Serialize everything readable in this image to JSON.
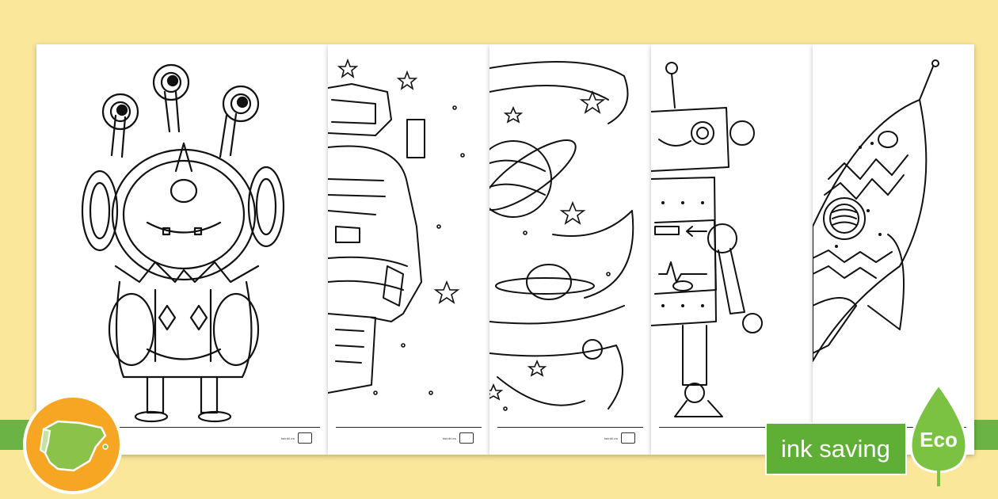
{
  "eco": {
    "label": "ink saving",
    "leaf_text": "Eco",
    "leaf_icon": "leaf-icon"
  },
  "colors": {
    "background": "#fbe79a",
    "band": "#6ab344",
    "badge": "#f6a623",
    "leaf": "#7cc242"
  },
  "sheets": [
    {
      "subject": "alien-icon",
      "footer": "twinkl.es"
    },
    {
      "subject": "astronaut-icon",
      "footer": "twinkl.es"
    },
    {
      "subject": "planets-icon",
      "footer": "twinkl.es"
    },
    {
      "subject": "robot-icon",
      "footer": "twinkl.es"
    },
    {
      "subject": "rocket-icon",
      "footer": "twinkl.es"
    }
  ],
  "badge": {
    "icon": "spain-map-icon"
  }
}
